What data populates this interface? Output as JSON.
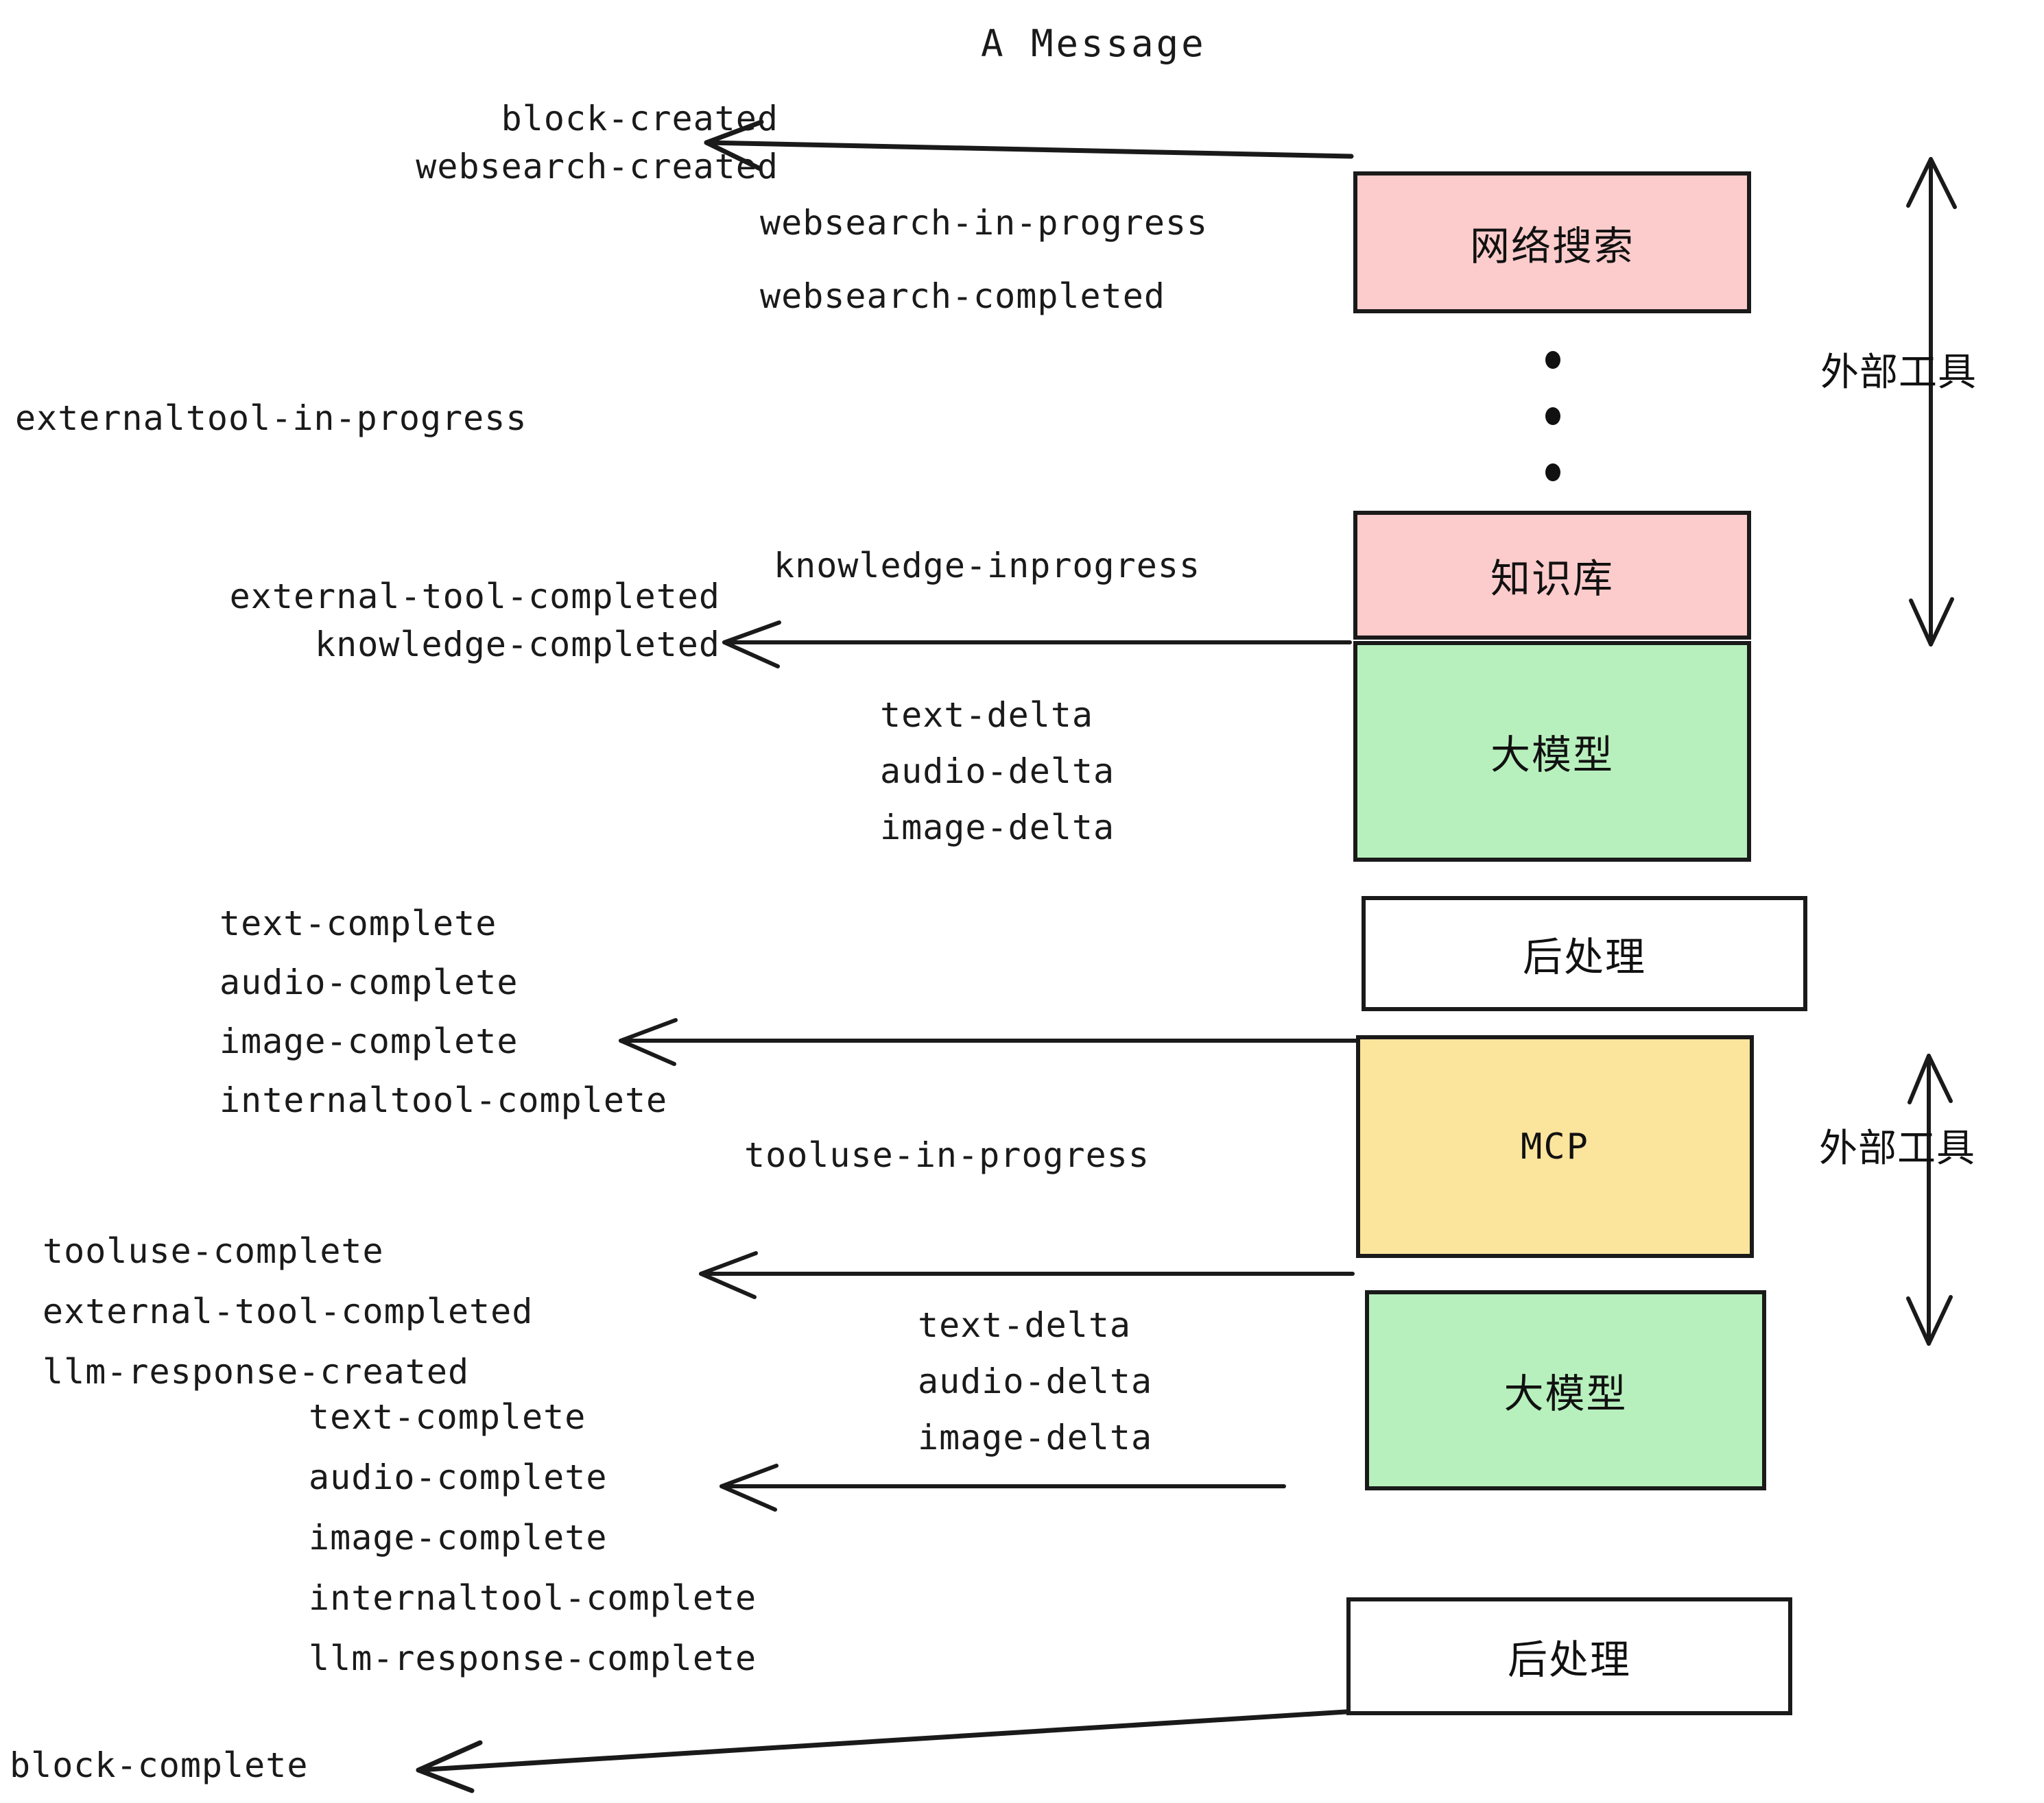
{
  "title": "A Message",
  "boxes": [
    {
      "id": "websearch",
      "label": "网络搜索",
      "color": "#FBCCCB",
      "kind": "cn"
    },
    {
      "id": "knowledge",
      "label": "知识库",
      "color": "#FBCCCB",
      "kind": "cn"
    },
    {
      "id": "llm-1",
      "label": "大模型",
      "color": "#B7F0BD",
      "kind": "cn"
    },
    {
      "id": "postproc-1",
      "label": "后处理",
      "color": "#FFFFFF",
      "kind": "cn"
    },
    {
      "id": "mcp",
      "label": "MCP",
      "color": "#FBE49C",
      "kind": "mono"
    },
    {
      "id": "llm-2",
      "label": "大模型",
      "color": "#B7F0BD",
      "kind": "cn"
    },
    {
      "id": "postproc-2",
      "label": "后处理",
      "color": "#FFFFFF",
      "kind": "cn"
    }
  ],
  "side_labels": [
    {
      "id": "external-tool-top",
      "label": "外部工具"
    },
    {
      "id": "external-tool-bottom",
      "label": "外部工具"
    }
  ],
  "event_groups": [
    {
      "id": "block-created-group",
      "events": [
        "block-created",
        "websearch-created"
      ]
    },
    {
      "id": "websearch-status-group",
      "events": [
        "websearch-in-progress",
        "websearch-completed"
      ]
    },
    {
      "id": "externaltool-in-progress-group",
      "events": [
        "externaltool-in-progress"
      ]
    },
    {
      "id": "knowledge-inprogress-group",
      "events": [
        "knowledge-inprogress"
      ]
    },
    {
      "id": "knowledge-completed-group",
      "events": [
        "external-tool-completed",
        "knowledge-completed"
      ]
    },
    {
      "id": "delta-group-1",
      "events": [
        "text-delta",
        "audio-delta",
        "image-delta"
      ]
    },
    {
      "id": "complete-group-1",
      "events": [
        "text-complete",
        "audio-complete",
        "image-complete",
        "internaltool-complete"
      ]
    },
    {
      "id": "tooluse-in-progress-group",
      "events": [
        "tooluse-in-progress"
      ]
    },
    {
      "id": "tooluse-complete-group",
      "events": [
        "tooluse-complete",
        "external-tool-completed",
        "llm-response-created"
      ]
    },
    {
      "id": "delta-group-2",
      "events": [
        "text-delta",
        "audio-delta",
        "image-delta"
      ]
    },
    {
      "id": "complete-group-2",
      "events": [
        "text-complete",
        "audio-complete",
        "image-complete",
        "internaltool-complete",
        "llm-response-complete"
      ]
    },
    {
      "id": "block-complete-group",
      "events": [
        "block-complete"
      ]
    }
  ],
  "colors": {
    "stroke": "#1a1a1a",
    "pink": "#FBCCCB",
    "green": "#B7F0BD",
    "yellow": "#FBE49C",
    "white": "#FFFFFF",
    "background": "#FFFFFF"
  }
}
